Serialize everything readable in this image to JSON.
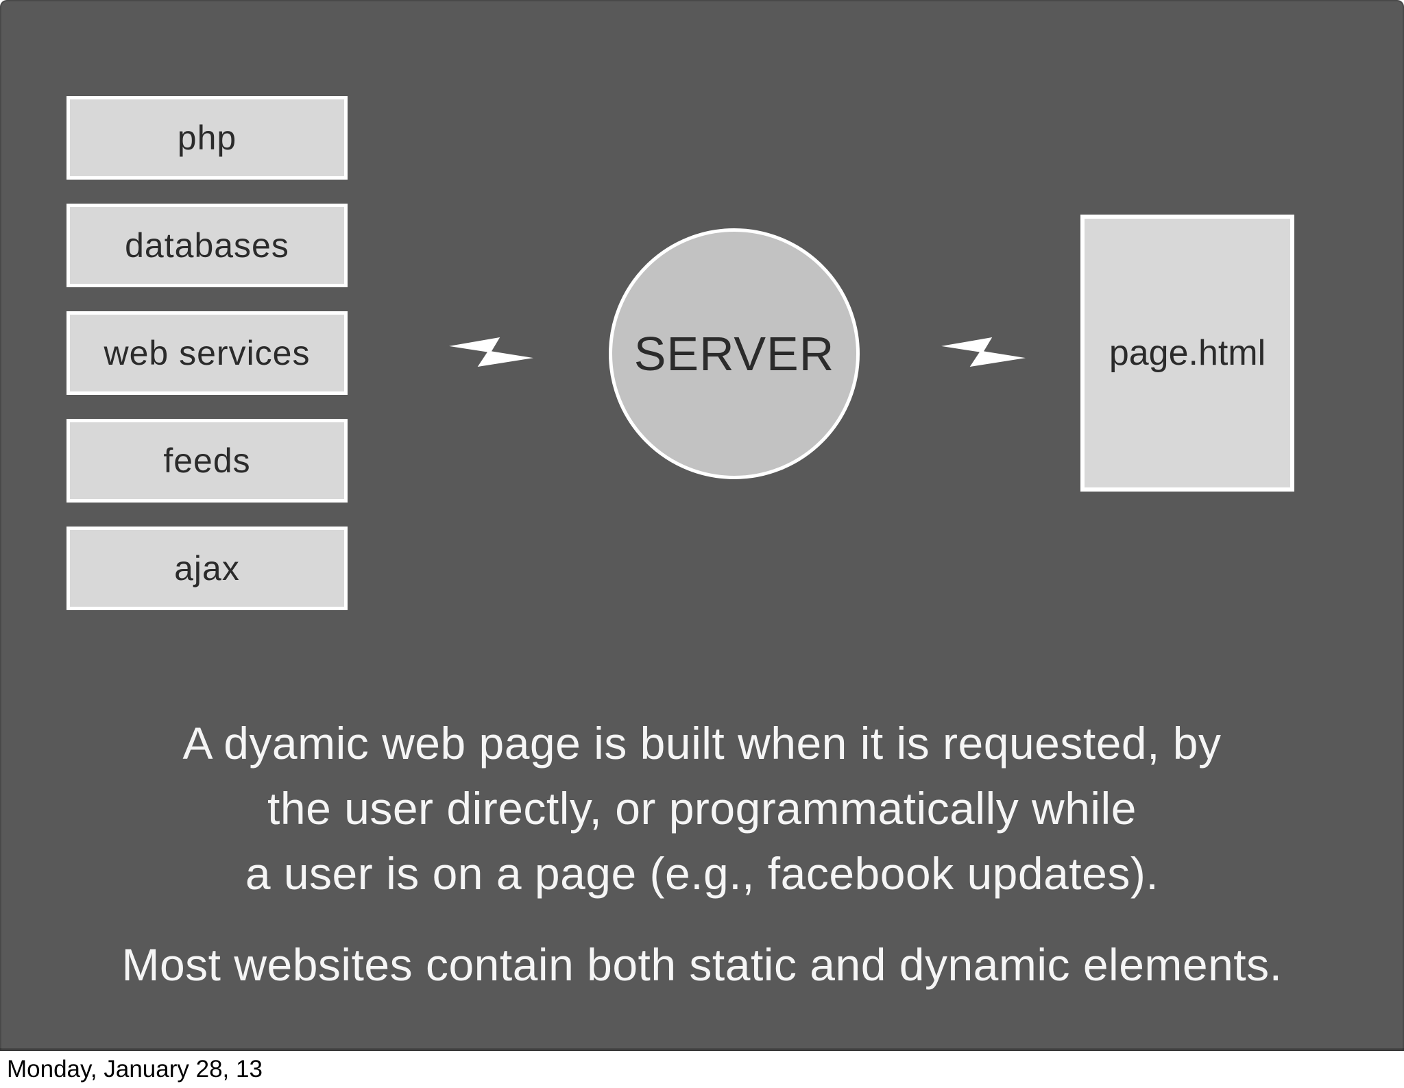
{
  "slide": {
    "source_boxes": [
      "php",
      "databases",
      "web services",
      "feeds",
      "ajax"
    ],
    "server": {
      "label": "SERVER"
    },
    "output_box": {
      "label": "page.html"
    },
    "icons": {
      "left_transfer": "lightning-icon",
      "right_transfer": "lightning-icon"
    },
    "paragraph": [
      "A dyamic web page is built when it is requested, by",
      "the user directly, or programmatically while",
      "a user is on a page (e.g., facebook updates)."
    ],
    "closing_line": "Most websites contain both static and dynamic elements.",
    "colors": {
      "background": "#595959",
      "box_fill": "#d8d8d8",
      "circle_fill": "#c2c2c2",
      "box_border": "#ffffff",
      "dark_text": "#2b2b2b",
      "light_text": "#f5f5f5",
      "statusbar_bg": "#ffffff",
      "statusbar_text": "#000000"
    }
  },
  "status_bar": {
    "date": "Monday, January 28, 13"
  }
}
